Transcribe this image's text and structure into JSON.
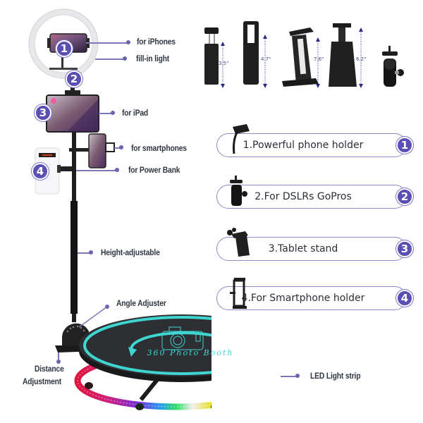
{
  "callouts": {
    "for_iphones": "for iPhones",
    "fill_in_light": "fill-in light",
    "for_ipad": "for iPad",
    "for_smartphones": "for smartphones",
    "for_power_bank": "for Power Bank",
    "height_adjustable": "Height-adjustable",
    "angle_adjuster": "Angle Adjuster",
    "distance_adjustment_line1": "Distance",
    "distance_adjustment_line2": "Adjustment",
    "led_light_strip": "LED Light strip"
  },
  "badges": [
    "1",
    "2",
    "3",
    "4"
  ],
  "holder_dimensions": [
    "3.5\"",
    "4.7\"",
    "7.6\"",
    "6.2\""
  ],
  "features": [
    {
      "label": "1.Powerful phone holder",
      "number": "1",
      "icon": "phone-clamp-icon"
    },
    {
      "label": "2.For DSLRs GoPros",
      "number": "2",
      "icon": "ball-head-icon"
    },
    {
      "label": "3.Tablet stand",
      "number": "3",
      "icon": "tablet-clamp-icon"
    },
    {
      "label": "4.For Smartphone holder",
      "number": "4",
      "icon": "smartphone-clamp-icon"
    }
  ],
  "platform": {
    "logo_text": "360 Photo Booth"
  },
  "colors": {
    "accent_purple": "#5a4fb3",
    "pill_border": "#8e86c8",
    "leader_line": "#7b77b8",
    "platform_cyan": "#3fd6d2",
    "platform_top": "#2d2f33"
  }
}
